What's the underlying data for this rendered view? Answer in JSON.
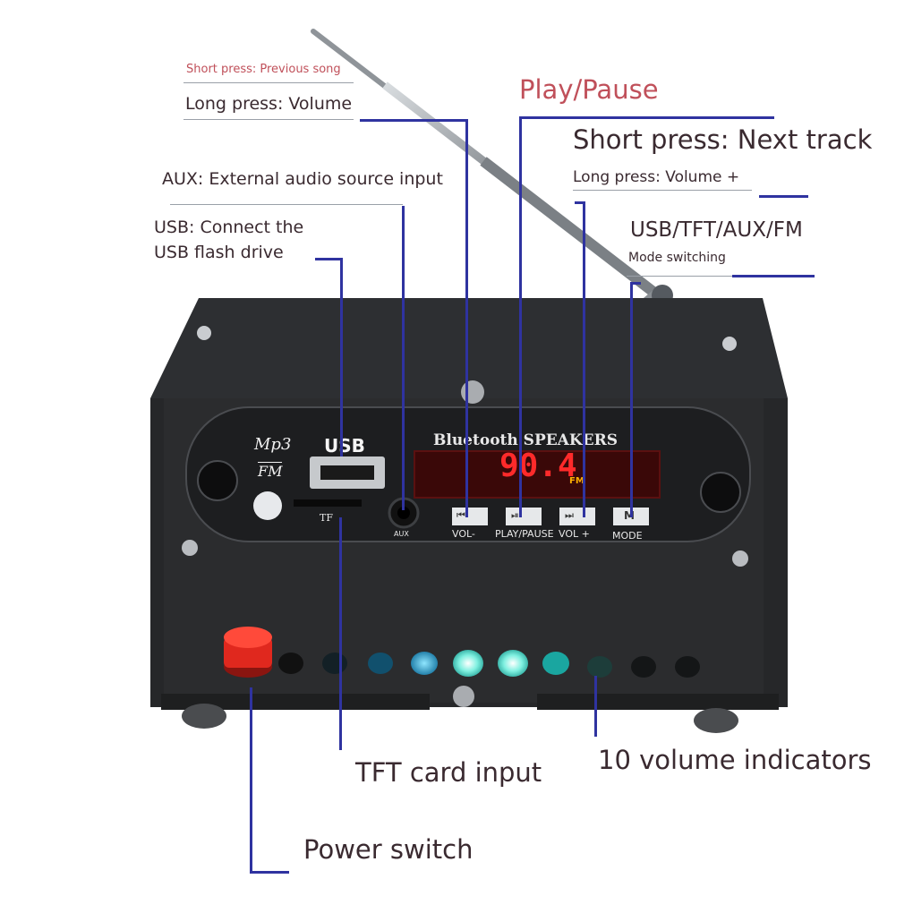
{
  "labels": {
    "short_press_prev": "Short press: Previous song",
    "long_press_vol_down": "Long press: Volume",
    "play_pause": "Play/Pause",
    "short_press_next": "Short press: Next track",
    "long_press_vol_up": "Long press: Volume +",
    "aux_input": "AUX: External audio source input",
    "usb_connect_1": "USB: Connect the",
    "usb_connect_2": "USB flash drive",
    "mode_list": "USB/TFT/AUX/FM",
    "mode_switching": "Mode switching",
    "tft_card_input": "TFT card input",
    "volume_indicators": "10 volume indicators",
    "power_switch": "Power switch"
  },
  "device": {
    "logo_top": "Mp3",
    "logo_bottom": "FM",
    "usb": "USB",
    "title": "Bluetooth SPEAKERS",
    "display": "90.4",
    "display_unit": "FM",
    "tf": "TF",
    "aux": "AUX",
    "buttons": [
      "VOL-",
      "PLAY/PAUSE",
      "VOL +",
      "MODE"
    ]
  },
  "volume_level": 0.5,
  "colors": {
    "accent_line": "#2f33a0",
    "display_red": "#ff2a2a",
    "power_red": "#e0281e"
  }
}
